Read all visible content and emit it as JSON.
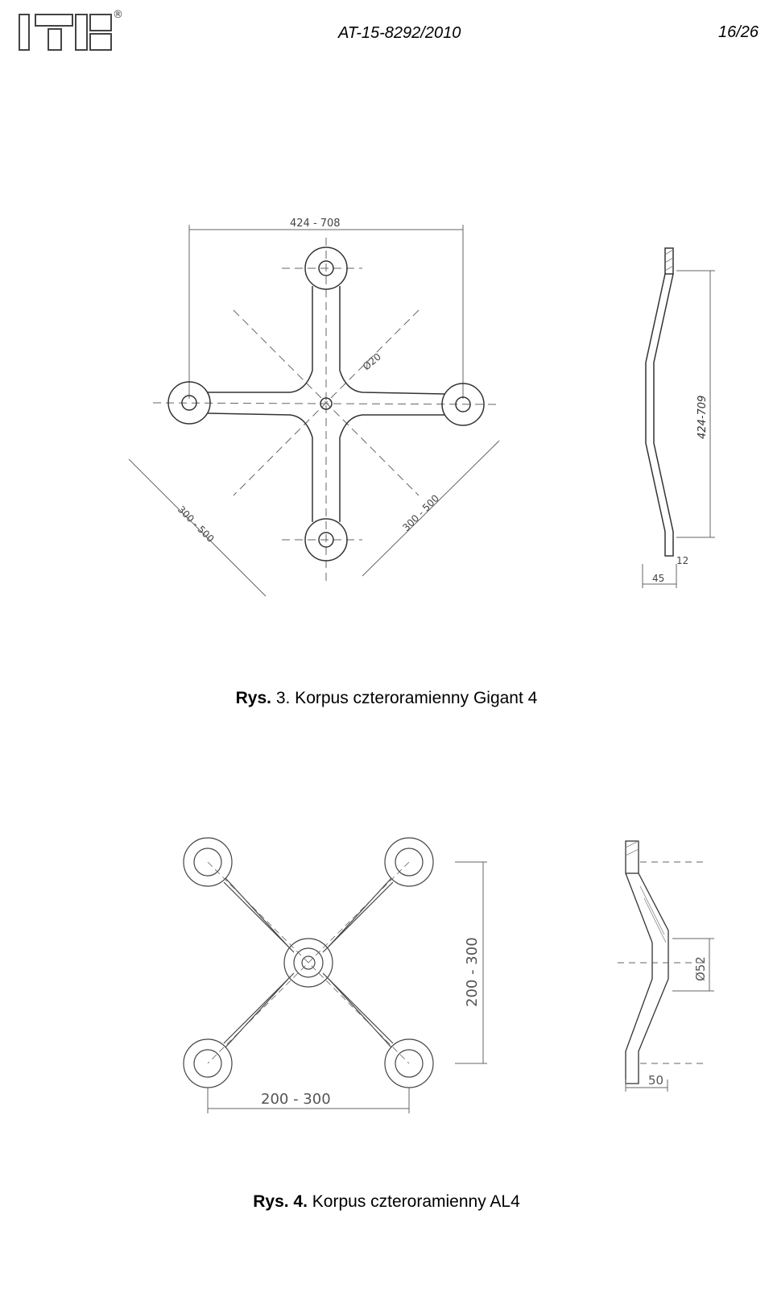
{
  "header": {
    "doc_number": "AT-15-8292/2010",
    "page_number": "16/26",
    "logo_registered": "®"
  },
  "figure3": {
    "caption_prefix": "Rys.",
    "caption_rest": " 3. Korpus czteroramienny Gigant 4",
    "dim_top": "424 - 708",
    "dim_hole": "Ø20",
    "dim_left_diag": "300 - 500",
    "dim_right_diag": "300 - 500",
    "side_dim_height": "424-709",
    "side_dim_thickness": "12",
    "side_dim_width": "45"
  },
  "figure4": {
    "caption_prefix": "Rys. 4.",
    "caption_rest": " Korpus czteroramienny AL4",
    "dim_vertical": "200 - 300",
    "dim_horizontal": "200 - 300",
    "side_dim_diameter": "Ø52",
    "side_dim_width": "50"
  }
}
